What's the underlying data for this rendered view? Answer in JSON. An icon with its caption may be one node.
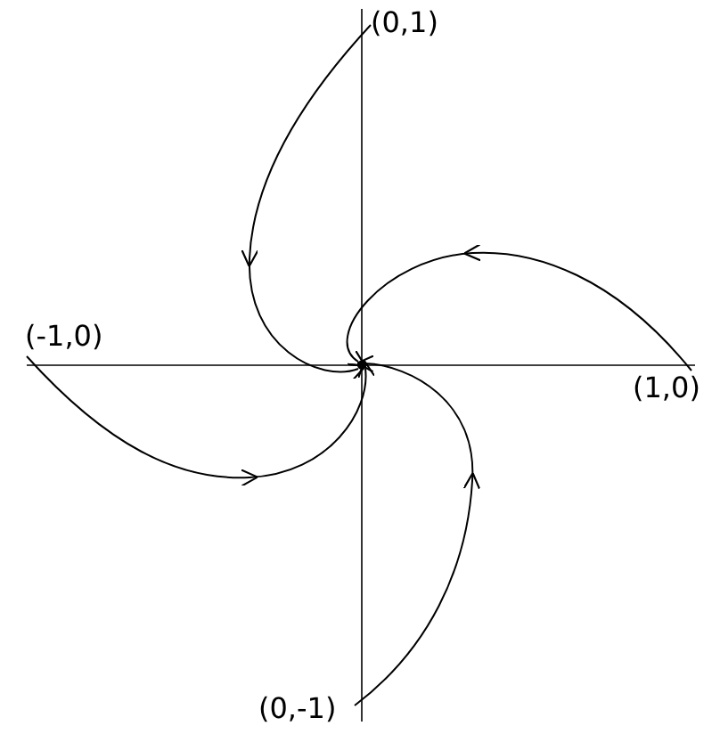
{
  "diagram": {
    "nodes": [
      {
        "text": [
          "(0,1)"
        ]
      },
      {
        "text": [
          "(-1,0)"
        ]
      },
      {
        "text": [
          "(1,0)"
        ]
      },
      {
        "text": [
          "(0,-1)"
        ]
      },
      {
        "text": [],
        "shape": "point"
      }
    ],
    "edges": [
      {
        "from": 0,
        "to": 4,
        "arrow": "to"
      },
      {
        "from": 2,
        "to": 4,
        "arrow": "to"
      },
      {
        "from": 1,
        "to": 4,
        "arrow": "to"
      },
      {
        "from": 3,
        "to": 4,
        "arrow": "to"
      }
    ]
  }
}
